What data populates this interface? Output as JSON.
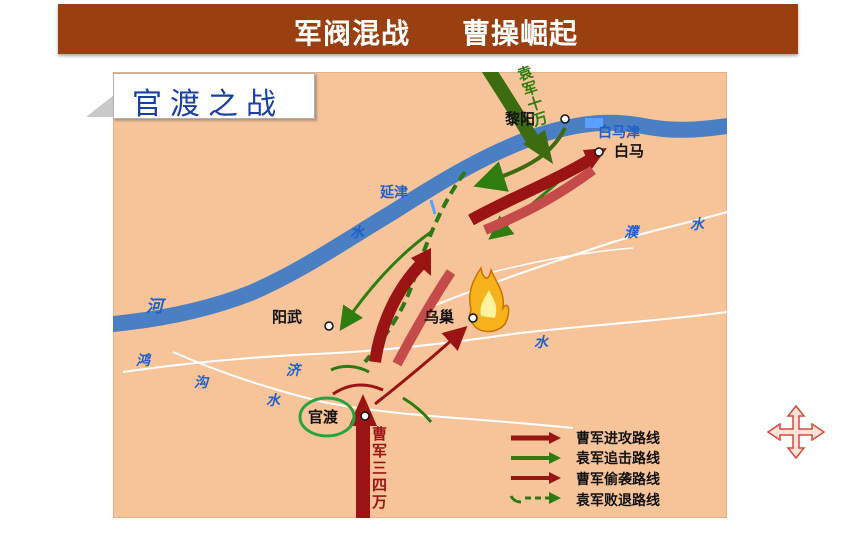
{
  "header": {
    "title_left": "军阀混战",
    "title_right": "曹操崛起"
  },
  "map": {
    "title": "官渡之战",
    "places": {
      "liyang": "黎阳",
      "baima": "白马",
      "baimajin": "白马津",
      "yanjin": "延津",
      "yangwu": "阳武",
      "wuchao": "乌巢",
      "guandu": "官渡"
    },
    "water": {
      "he": "河",
      "shui_main": "水",
      "pu": "濮",
      "pu_shui": "水",
      "honggou_1": "鸿",
      "honggou_2": "沟",
      "honggou_3": "水",
      "ji": "济",
      "ji_shui": "水"
    },
    "troops": {
      "yuan": "袁军十万",
      "cao": "曹军三四万"
    },
    "colors": {
      "land": "#f7c49a",
      "river": "#4b7fc4",
      "stream": "#ffffff",
      "cao_red": "#9b1414",
      "yuan_green": "#3d6b10",
      "pursuit_green": "#2f7d11",
      "retreat_green": "#2c7a12"
    }
  },
  "legend": {
    "items": [
      {
        "label": "曹军进攻路线",
        "color": "#9b1414",
        "style": "solid-red"
      },
      {
        "label": "袁军追击路线",
        "color": "#2f7d11",
        "style": "solid-green"
      },
      {
        "label": "曹军偷袭路线",
        "color": "#9b1414",
        "style": "solid-red"
      },
      {
        "label": "袁军败退路线",
        "color": "#2c7a12",
        "style": "dashed-green"
      }
    ]
  },
  "icons": {
    "nav": "four-way-arrow-icon",
    "fire": "fire-icon"
  }
}
